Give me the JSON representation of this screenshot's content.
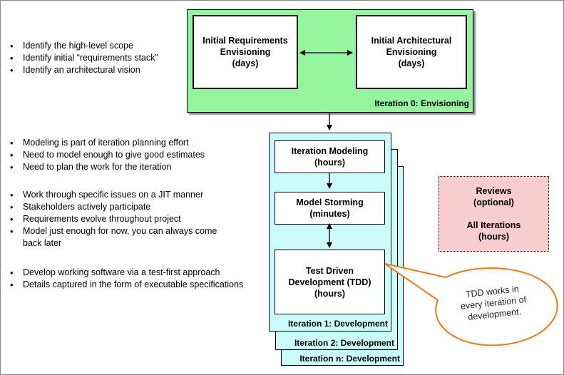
{
  "bullets": {
    "envisioning": [
      "Identify the high-level scope",
      "Identify initial “requirements stack”",
      "Identify an architectural vision"
    ],
    "modeling": [
      "Modeling is part of iteration planning effort",
      "Need to model enough to give good estimates",
      "Need to plan the work for the iteration"
    ],
    "storming": [
      "Work through specific issues on a JIT manner",
      "Stakeholders actively participate",
      "Requirements evolve throughout project",
      "Model just enough for now, you can always come back later"
    ],
    "tdd": [
      "Develop working software via a test-first approach",
      "Details captured in the form of executable specifications"
    ]
  },
  "iteration0": {
    "label": "Iteration 0: Envisioning",
    "requirements": "Initial Requirements\nEnvisioning\n(days)",
    "architecture": "Initial Architectural\nEnvisioning\n(days)"
  },
  "iterations": {
    "panel1": "Iteration 1: Development",
    "panel2": "Iteration 2: Development",
    "panel3": "Iteration n: Development",
    "modeling": "Iteration Modeling\n(hours)",
    "storming": "Model Storming\n(minutes)",
    "tdd": "Test Driven\nDevelopment (TDD)\n(hours)"
  },
  "reviews": {
    "line1": "Reviews\n(optional)",
    "line2": "All Iterations\n(hours)"
  },
  "callout": "TDD works in\nevery iteration of\ndevelopment.",
  "colors": {
    "envisioning_fill": "#95f59f",
    "iteration_fill": "#ccfbfc",
    "reviews_fill": "#f8cdcd",
    "callout_border": "#f07a1a"
  }
}
